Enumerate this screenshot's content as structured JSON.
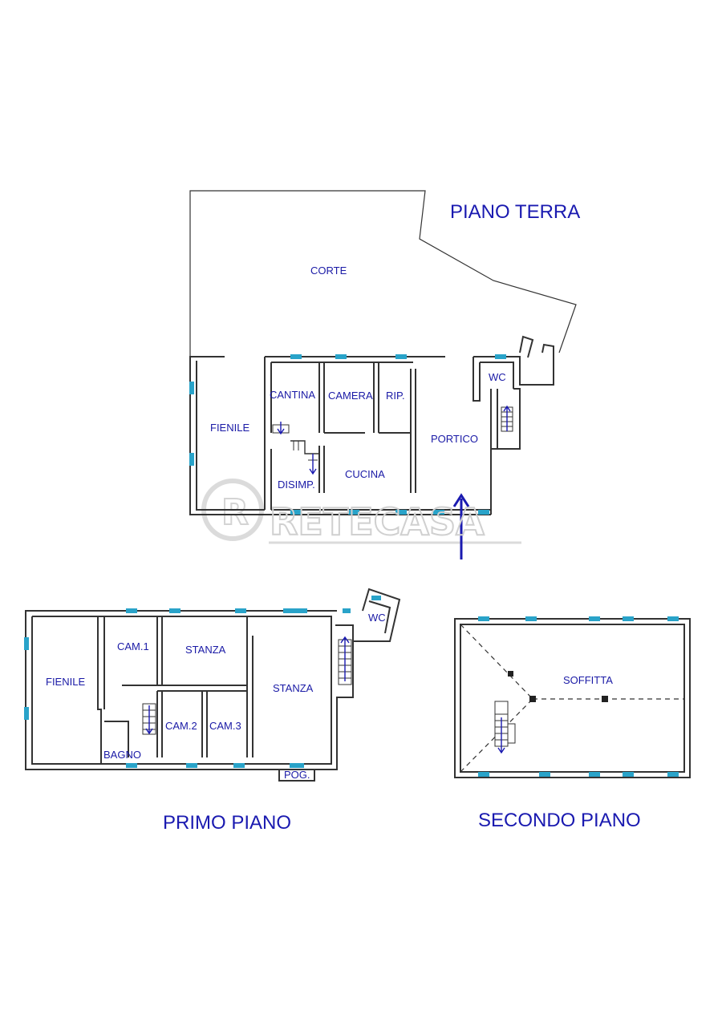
{
  "floors": {
    "ground": {
      "title": "PIANO TERRA",
      "rooms": {
        "corte": "CORTE",
        "fienile": "FIENILE",
        "cantina": "CANTINA",
        "camera": "CAMERA",
        "rip": "RIP.",
        "wc": "WC",
        "portico": "PORTICO",
        "cucina": "CUCINA",
        "disimp": "DISIMP."
      }
    },
    "first": {
      "title": "PRIMO PIANO",
      "rooms": {
        "fienile": "FIENILE",
        "cam1": "CAM.1",
        "stanza_a": "STANZA",
        "stanza_b": "STANZA",
        "wc": "WC",
        "cam2": "CAM.2",
        "cam3": "CAM.3",
        "bagno": "BAGNO",
        "pog": "POG."
      }
    },
    "second": {
      "title": "SECONDO PIANO",
      "rooms": {
        "soffitta": "SOFFITTA"
      }
    }
  },
  "watermark": {
    "brand": "RETECASA"
  },
  "colors": {
    "label": "#1a1aa6",
    "window": "#29a3c9",
    "wall": "#333333"
  }
}
